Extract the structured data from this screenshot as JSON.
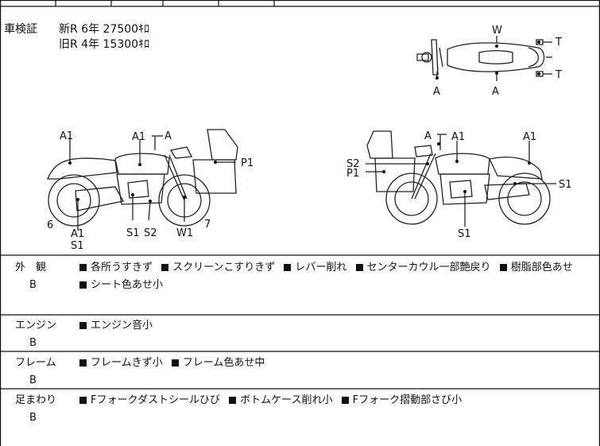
{
  "registration": {
    "label": "車検証",
    "new_row": "新R 6年 27500ｷﾛ",
    "old_row": "旧R 4年 15300ｷﾛ"
  },
  "diagram_labels": {
    "top_W": "W",
    "top_T1": "T",
    "top_T2": "T",
    "top_A1": "A",
    "top_A2": "A",
    "l_A1a": "A1",
    "l_A1b": "A1",
    "l_A": "A",
    "l_P1": "P1",
    "l_6": "6",
    "l_A1c": "A1",
    "l_S1a": "S1",
    "l_S1b": "S1",
    "l_S2": "S2",
    "l_W1": "W1",
    "l_7": "7",
    "r_A": "A",
    "r_A1a": "A1",
    "r_A1b": "A1",
    "r_S2": "S2",
    "r_P1": "P1",
    "r_S1a": "S1",
    "r_S1b": "S1"
  },
  "sections": {
    "exterior": {
      "label": "外　観",
      "grade": "B",
      "items1": [
        "各所うすきず",
        "スクリーンこすりきず",
        "レバー削れ",
        "センターカウル一部艶戻り",
        "樹脂部色あせ"
      ],
      "items2": [
        "シート色あせ小"
      ]
    },
    "engine": {
      "label": "エンジン",
      "grade": "B",
      "items1": [
        "エンジン音小"
      ]
    },
    "frame": {
      "label": "フレーム",
      "grade": "B",
      "items1": [
        "フレームきず小",
        "フレーム色あせ中"
      ]
    },
    "suspension": {
      "label": "足まわり",
      "grade": "B",
      "items1": [
        "Fフォークダストシールひび",
        "ボトムケース削れ小",
        "Fフォーク摺動部さび小"
      ]
    }
  }
}
